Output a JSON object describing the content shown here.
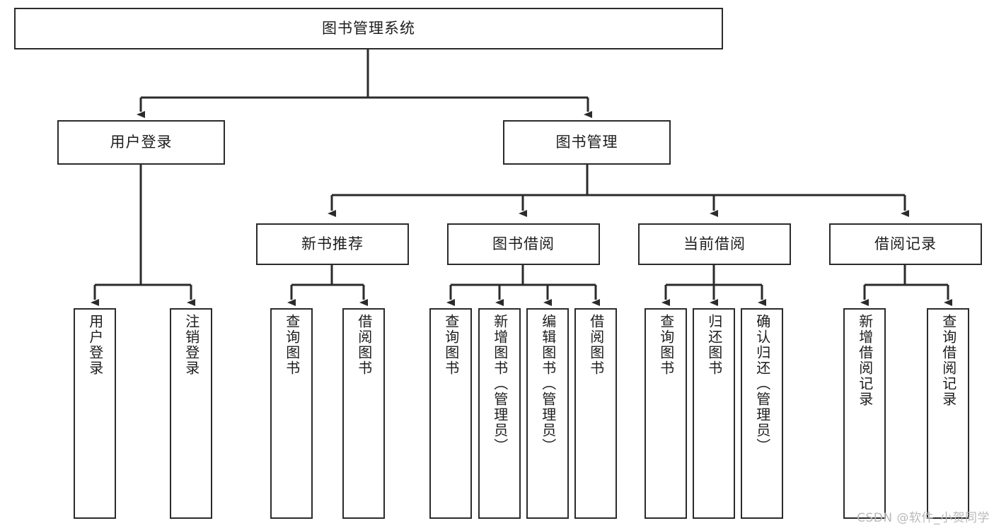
{
  "diagram": {
    "title": "图书管理系统",
    "type": "tree-hierarchy",
    "watermark": "CSDN @软件_小贺同学",
    "colors": {
      "border": "#2b2b2b",
      "background": "#ffffff",
      "text": "#1d1d1d",
      "connector": "#2b2b2b",
      "watermark": "#b9b9b9"
    },
    "nodes": {
      "root": {
        "label": "图书管理系统"
      },
      "level2": [
        {
          "label": "用户登录"
        },
        {
          "label": "图书管理"
        }
      ],
      "level3": [
        {
          "label": "新书推荐"
        },
        {
          "label": "图书借阅"
        },
        {
          "label": "当前借阅"
        },
        {
          "label": "借阅记录"
        }
      ],
      "leaves": {
        "user_login": [
          {
            "label": "用户登录"
          },
          {
            "label": "注销登录"
          }
        ],
        "new_book_recommend": [
          {
            "label": "查询图书"
          },
          {
            "label": "借阅图书"
          }
        ],
        "book_borrow": [
          {
            "label": "查询图书"
          },
          {
            "label": "新增图书（管理员）"
          },
          {
            "label": "编辑图书（管理员）"
          },
          {
            "label": "借阅图书"
          }
        ],
        "current_borrow": [
          {
            "label": "查询图书"
          },
          {
            "label": "归还图书"
          },
          {
            "label": "确认归还（管理员）"
          }
        ],
        "borrow_record": [
          {
            "label": "新增借阅记录"
          },
          {
            "label": "查询借阅记录"
          }
        ]
      }
    }
  }
}
